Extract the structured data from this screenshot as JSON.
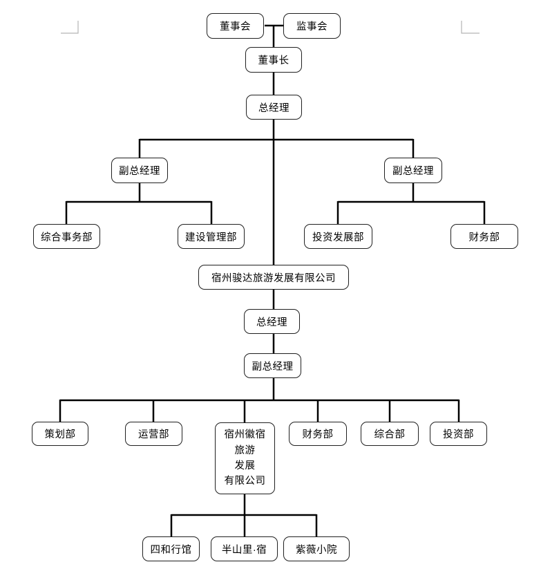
{
  "page": {
    "background_color": "#ffffff",
    "connector_color": "#000000",
    "box_border_color": "#1f1f1f",
    "box_fill_color": "#ffffff",
    "corner_mark_color": "#b4b4b4"
  },
  "org_chart": {
    "nodes": [
      {
        "id": "board-of-directors",
        "label": "董事会"
      },
      {
        "id": "board-of-supervisors",
        "label": "监事会"
      },
      {
        "id": "chairman",
        "label": "董事长"
      },
      {
        "id": "general-manager-top",
        "label": "总经理"
      },
      {
        "id": "deputy-gm-left",
        "label": "副总经理"
      },
      {
        "id": "deputy-gm-right",
        "label": "副总经理"
      },
      {
        "id": "general-affairs-dept",
        "label": "综合事务部"
      },
      {
        "id": "construction-mgmt-dept",
        "label": "建设管理部"
      },
      {
        "id": "investment-dev-dept",
        "label": "投资发展部"
      },
      {
        "id": "finance-dept-upper",
        "label": "财务部"
      },
      {
        "id": "junda-company",
        "label": "宿州骏达旅游发展有限公司"
      },
      {
        "id": "general-manager-lower",
        "label": "总经理"
      },
      {
        "id": "deputy-gm-lower",
        "label": "副总经理"
      },
      {
        "id": "planning-dept",
        "label": "策划部"
      },
      {
        "id": "operations-dept",
        "label": "运营部"
      },
      {
        "id": "huisu-company",
        "label": "宿州徽宿旅游发展有限公司",
        "lines": [
          "宿州徽宿",
          "旅游",
          "发展",
          "有限公司"
        ]
      },
      {
        "id": "finance-dept-lower",
        "label": "财务部"
      },
      {
        "id": "general-dept",
        "label": "综合部"
      },
      {
        "id": "investment-dept",
        "label": "投资部"
      },
      {
        "id": "sihe-hotel",
        "label": "四和行馆"
      },
      {
        "id": "banshanli-su",
        "label": "半山里·宿"
      },
      {
        "id": "ziwei-xiaoyuan",
        "label": "紫薇小院"
      }
    ],
    "structure": {
      "top_pair": [
        "董事会",
        "监事会"
      ],
      "tree": {
        "label": "董事长",
        "child": {
          "label": "总经理",
          "children": [
            {
              "label": "副总经理",
              "children": [
                {
                  "label": "综合事务部"
                },
                {
                  "label": "建设管理部"
                }
              ]
            },
            {
              "label": "副总经理",
              "children": [
                {
                  "label": "投资发展部"
                },
                {
                  "label": "财务部"
                }
              ]
            },
            {
              "label": "宿州骏达旅游发展有限公司",
              "child": {
                "label": "总经理",
                "child": {
                  "label": "副总经理",
                  "children": [
                    {
                      "label": "策划部"
                    },
                    {
                      "label": "运营部"
                    },
                    {
                      "label": "宿州徽宿旅游发展有限公司",
                      "children": [
                        {
                          "label": "四和行馆"
                        },
                        {
                          "label": "半山里·宿"
                        },
                        {
                          "label": "紫薇小院"
                        }
                      ]
                    },
                    {
                      "label": "财务部"
                    },
                    {
                      "label": "综合部"
                    },
                    {
                      "label": "投资部"
                    }
                  ]
                }
              }
            }
          ]
        }
      }
    }
  }
}
